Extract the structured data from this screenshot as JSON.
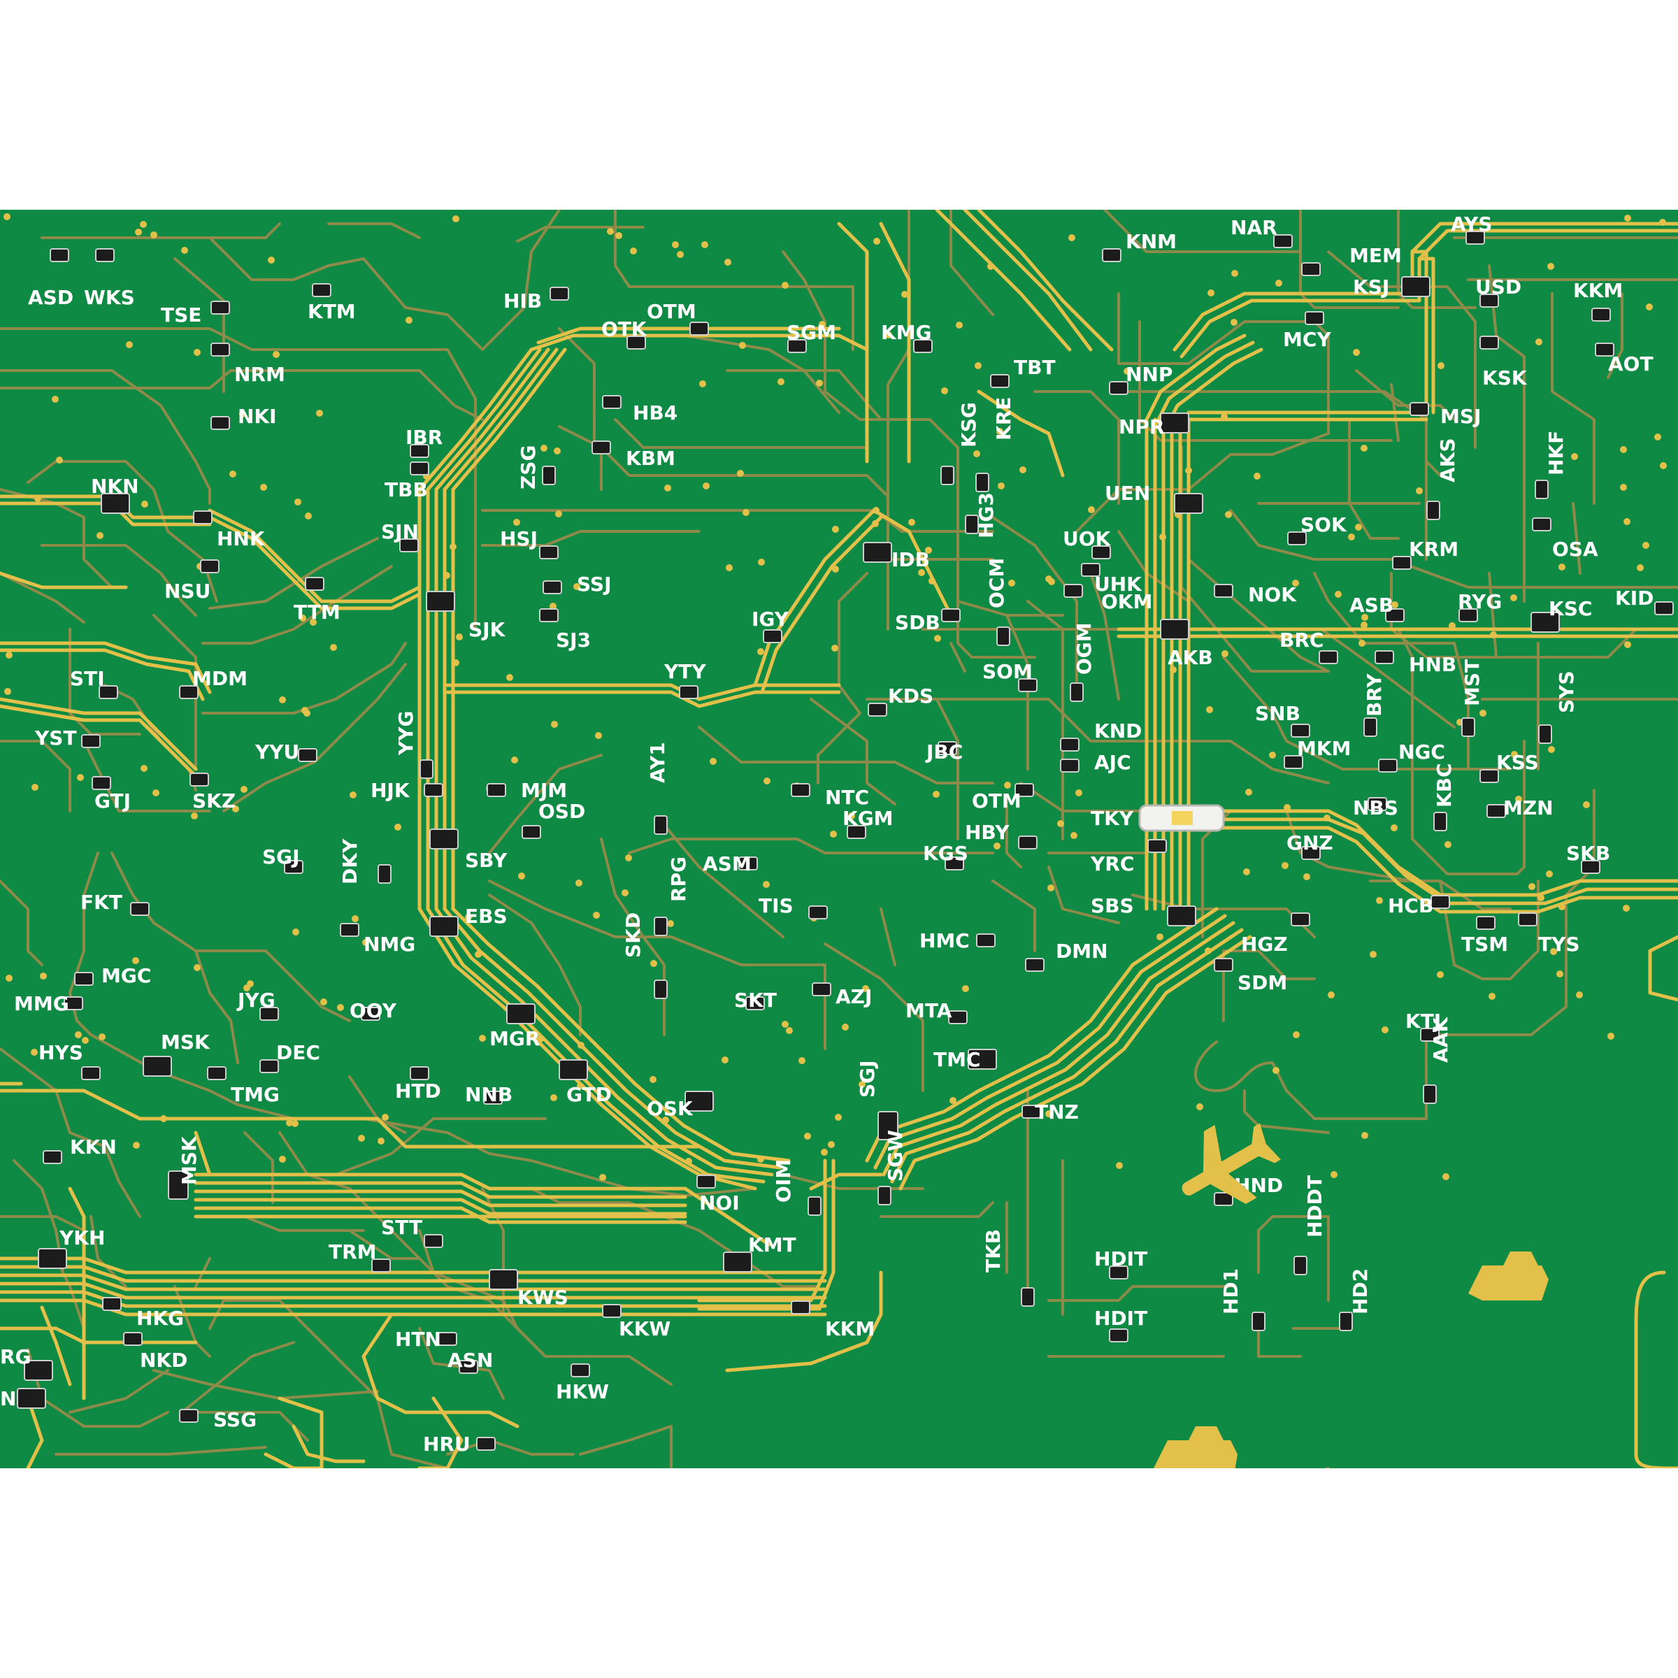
{
  "colors": {
    "board": "#0f8a44",
    "trace": "#8d8a4a",
    "gold": "#e2c04a",
    "chip": "#1c1c1c",
    "label": "#ffffff"
  },
  "icons": {
    "airport": "airplane-icon",
    "ship_a": "ship-icon",
    "ship_b": "ship-icon"
  },
  "stations": [
    {
      "id": "ASD",
      "name": "ASD"
    },
    {
      "id": "WKS",
      "name": "WKS"
    },
    {
      "id": "TSE",
      "name": "TSE"
    },
    {
      "id": "KTM",
      "name": "KTM"
    },
    {
      "id": "HIB",
      "name": "HIB"
    },
    {
      "id": "OTK",
      "name": "OTK"
    },
    {
      "id": "OTM",
      "name": "OTM"
    },
    {
      "id": "SGM",
      "name": "SGM"
    },
    {
      "id": "KMG",
      "name": "KMG"
    },
    {
      "id": "TBT",
      "name": "TBT"
    },
    {
      "id": "KNM",
      "name": "KNM"
    },
    {
      "id": "NAR",
      "name": "NAR"
    },
    {
      "id": "MEM",
      "name": "MEM"
    },
    {
      "id": "KSJ",
      "name": "KSJ"
    },
    {
      "id": "AYS",
      "name": "AYS"
    },
    {
      "id": "USD",
      "name": "USD"
    },
    {
      "id": "KKM",
      "name": "KKM"
    },
    {
      "id": "AOT",
      "name": "AOT"
    },
    {
      "id": "MCY",
      "name": "MCY"
    },
    {
      "id": "KSK",
      "name": "KSK"
    },
    {
      "id": "NNP",
      "name": "NNP"
    },
    {
      "id": "NPR",
      "name": "NPR"
    },
    {
      "id": "MSJ",
      "name": "MSJ"
    },
    {
      "id": "NRM",
      "name": "NRM"
    },
    {
      "id": "NKI",
      "name": "NKI"
    },
    {
      "id": "IBR",
      "name": "IBR"
    },
    {
      "id": "HB4",
      "name": "HB4"
    },
    {
      "id": "KBM",
      "name": "KBM"
    },
    {
      "id": "ZSG",
      "name": "ZSG"
    },
    {
      "id": "KSG",
      "name": "KSG"
    },
    {
      "id": "KRE",
      "name": "KRE"
    },
    {
      "id": "HG3",
      "name": "HG3"
    },
    {
      "id": "UEN",
      "name": "UEN"
    },
    {
      "id": "AKS",
      "name": "AKS"
    },
    {
      "id": "HKF",
      "name": "HKF"
    },
    {
      "id": "NKN",
      "name": "NKN"
    },
    {
      "id": "TBB",
      "name": "TBB"
    },
    {
      "id": "SJN",
      "name": "SJN"
    },
    {
      "id": "HNK",
      "name": "HNK"
    },
    {
      "id": "HSJ",
      "name": "HSJ"
    },
    {
      "id": "IDB",
      "name": "IDB"
    },
    {
      "id": "UOK",
      "name": "UOK"
    },
    {
      "id": "SOK",
      "name": "SOK"
    },
    {
      "id": "OSA",
      "name": "OSA"
    },
    {
      "id": "KRM",
      "name": "KRM"
    },
    {
      "id": "NSU",
      "name": "NSU"
    },
    {
      "id": "TTM",
      "name": "TTM"
    },
    {
      "id": "SSJ",
      "name": "SSJ"
    },
    {
      "id": "UHK",
      "name": "UHK"
    },
    {
      "id": "OKM",
      "name": "OKM"
    },
    {
      "id": "NOK",
      "name": "NOK"
    },
    {
      "id": "ASB",
      "name": "ASB"
    },
    {
      "id": "RYG",
      "name": "RYG"
    },
    {
      "id": "KSC",
      "name": "KSC"
    },
    {
      "id": "KID",
      "name": "KID"
    },
    {
      "id": "SJK",
      "name": "SJK"
    },
    {
      "id": "SJ3",
      "name": "SJ3"
    },
    {
      "id": "IGY",
      "name": "IGY"
    },
    {
      "id": "SDB",
      "name": "SDB"
    },
    {
      "id": "OCM",
      "name": "OCM"
    },
    {
      "id": "AKB",
      "name": "AKB"
    },
    {
      "id": "BRC",
      "name": "BRC"
    },
    {
      "id": "HNB",
      "name": "HNB"
    },
    {
      "id": "STI",
      "name": "STI"
    },
    {
      "id": "MDM",
      "name": "MDM"
    },
    {
      "id": "YTY",
      "name": "YTY"
    },
    {
      "id": "SOM",
      "name": "SOM"
    },
    {
      "id": "OGM",
      "name": "OGM"
    },
    {
      "id": "KDS",
      "name": "KDS"
    },
    {
      "id": "SNB",
      "name": "SNB"
    },
    {
      "id": "BRY",
      "name": "BRY"
    },
    {
      "id": "MST",
      "name": "MST"
    },
    {
      "id": "SYS",
      "name": "SYS"
    },
    {
      "id": "YST",
      "name": "YST"
    },
    {
      "id": "YYU",
      "name": "YYU"
    },
    {
      "id": "YYG",
      "name": "YYG"
    },
    {
      "id": "JBC",
      "name": "JBC"
    },
    {
      "id": "KND",
      "name": "KND"
    },
    {
      "id": "AJC",
      "name": "AJC"
    },
    {
      "id": "MKM",
      "name": "MKM"
    },
    {
      "id": "NGC",
      "name": "NGC"
    },
    {
      "id": "KSS",
      "name": "KSS"
    },
    {
      "id": "GTJ",
      "name": "GTJ"
    },
    {
      "id": "SKZ",
      "name": "SKZ"
    },
    {
      "id": "HJK",
      "name": "HJK"
    },
    {
      "id": "MJM",
      "name": "MJM"
    },
    {
      "id": "AY1",
      "name": "AY1"
    },
    {
      "id": "NTC",
      "name": "NTC"
    },
    {
      "id": "OTM2",
      "name": "OTM"
    },
    {
      "id": "TKY",
      "name": "TKY"
    },
    {
      "id": "NBS",
      "name": "NBS"
    },
    {
      "id": "KBC",
      "name": "KBC"
    },
    {
      "id": "MZN",
      "name": "MZN"
    },
    {
      "id": "OSD",
      "name": "OSD"
    },
    {
      "id": "KGM",
      "name": "KGM"
    },
    {
      "id": "HBY",
      "name": "HBY"
    },
    {
      "id": "KGS",
      "name": "KGS"
    },
    {
      "id": "YRC",
      "name": "YRC"
    },
    {
      "id": "GNZ",
      "name": "GNZ"
    },
    {
      "id": "SKB",
      "name": "SKB"
    },
    {
      "id": "SGJ",
      "name": "SGJ"
    },
    {
      "id": "SBY",
      "name": "SBY"
    },
    {
      "id": "ASM",
      "name": "ASM"
    },
    {
      "id": "DKY",
      "name": "DKY"
    },
    {
      "id": "FKT",
      "name": "FKT"
    },
    {
      "id": "EBS",
      "name": "EBS"
    },
    {
      "id": "RPG",
      "name": "RPG"
    },
    {
      "id": "TIS",
      "name": "TIS"
    },
    {
      "id": "SBS",
      "name": "SBS"
    },
    {
      "id": "HCB",
      "name": "HCB"
    },
    {
      "id": "NMG",
      "name": "NMG"
    },
    {
      "id": "HMC",
      "name": "HMC"
    },
    {
      "id": "DMN",
      "name": "DMN"
    },
    {
      "id": "HGZ",
      "name": "HGZ"
    },
    {
      "id": "TSM",
      "name": "TSM"
    },
    {
      "id": "TYS",
      "name": "TYS"
    },
    {
      "id": "MGC",
      "name": "MGC"
    },
    {
      "id": "SKD",
      "name": "SKD"
    },
    {
      "id": "SKT",
      "name": "SKT"
    },
    {
      "id": "AZJ",
      "name": "AZJ"
    },
    {
      "id": "SDM",
      "name": "SDM"
    },
    {
      "id": "MMG",
      "name": "MMG"
    },
    {
      "id": "JYG",
      "name": "JYG"
    },
    {
      "id": "OOY",
      "name": "OOY"
    },
    {
      "id": "MTA",
      "name": "MTA"
    },
    {
      "id": "KTJ",
      "name": "KTJ"
    },
    {
      "id": "HYS",
      "name": "HYS"
    },
    {
      "id": "MSK",
      "name": "MSK"
    },
    {
      "id": "DEC",
      "name": "DEC"
    },
    {
      "id": "MGR",
      "name": "MGR"
    },
    {
      "id": "TMC",
      "name": "TMC"
    },
    {
      "id": "AAK",
      "name": "AAK"
    },
    {
      "id": "TMG",
      "name": "TMG"
    },
    {
      "id": "HTD",
      "name": "HTD"
    },
    {
      "id": "NNB",
      "name": "NNB"
    },
    {
      "id": "GTD",
      "name": "GTD"
    },
    {
      "id": "SGJ2",
      "name": "SGJ"
    },
    {
      "id": "TNZ",
      "name": "TNZ"
    },
    {
      "id": "OSK",
      "name": "OSK"
    },
    {
      "id": "KKN",
      "name": "KKN"
    },
    {
      "id": "MSK2",
      "name": "MSK"
    },
    {
      "id": "NOI",
      "name": "NOI"
    },
    {
      "id": "OIM",
      "name": "OIM"
    },
    {
      "id": "SGW",
      "name": "SGW"
    },
    {
      "id": "HND",
      "name": "HND"
    },
    {
      "id": "YKH",
      "name": "YKH"
    },
    {
      "id": "STT",
      "name": "STT"
    },
    {
      "id": "KMT",
      "name": "KMT"
    },
    {
      "id": "TRM",
      "name": "TRM"
    },
    {
      "id": "KWS",
      "name": "KWS"
    },
    {
      "id": "HDIT",
      "name": "HDIT"
    },
    {
      "id": "HDDT",
      "name": "HDDT"
    },
    {
      "id": "TKB",
      "name": "TKB"
    },
    {
      "id": "HKG",
      "name": "HKG"
    },
    {
      "id": "KKW",
      "name": "KKW"
    },
    {
      "id": "KKM2",
      "name": "KKM"
    },
    {
      "id": "HDIT2",
      "name": "HDIT"
    },
    {
      "id": "HD1",
      "name": "HD1"
    },
    {
      "id": "HD2",
      "name": "HD2"
    },
    {
      "id": "HTN",
      "name": "HTN"
    },
    {
      "id": "NKD",
      "name": "NKD"
    },
    {
      "id": "ASN",
      "name": "ASN"
    },
    {
      "id": "HKW",
      "name": "HKW"
    },
    {
      "id": "SSG",
      "name": "SSG"
    },
    {
      "id": "HRU",
      "name": "HRU"
    },
    {
      "id": "RG",
      "name": "RG"
    },
    {
      "id": "N",
      "name": "N"
    }
  ]
}
